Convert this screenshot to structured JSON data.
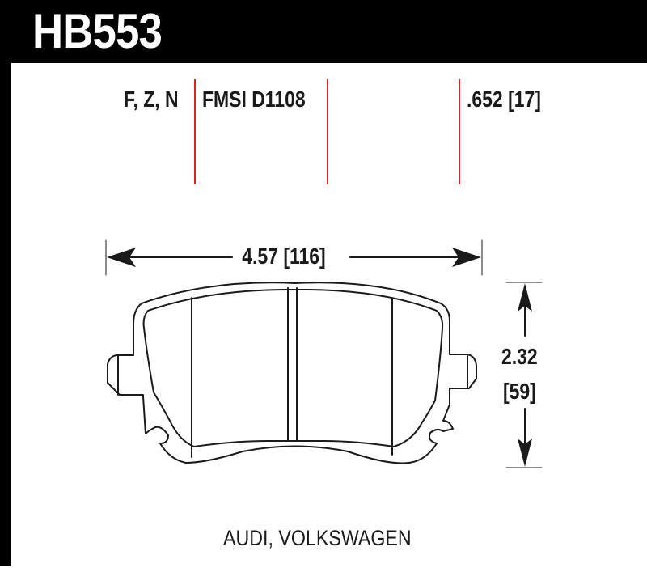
{
  "header": {
    "part_number": "HB553",
    "background_color": "#000000",
    "text_color": "#ffffff"
  },
  "specs": {
    "compounds": "F, Z, N",
    "fmsi": "FMSI D1108",
    "thickness": ".652 [17]"
  },
  "dimensions": {
    "width": "4.57 [116]",
    "height_in": "2.32",
    "height_mm": "[59]"
  },
  "applications": "AUDI, VOLKSWAGEN",
  "colors": {
    "accent_red": "#d8262c",
    "line": "#1a1a1a"
  },
  "icons": {
    "width_arrow": "double-headed-horizontal-arrow",
    "height_arrow": "double-headed-vertical-arrow",
    "pad_drawing": "brake-pad-outline"
  }
}
